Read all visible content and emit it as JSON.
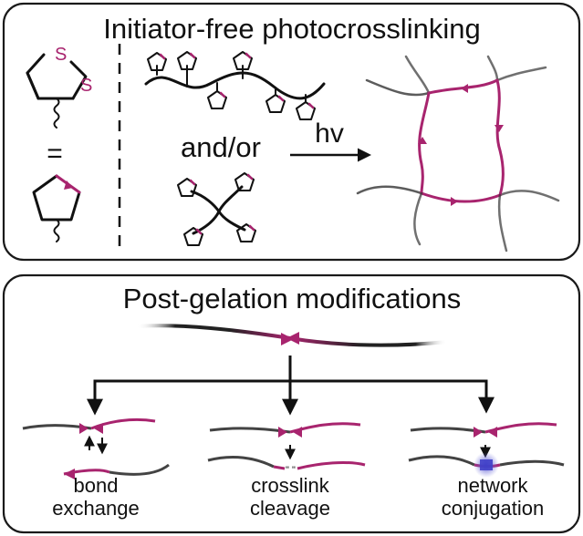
{
  "top_panel": {
    "title": "Initiator-free photocrosslinking",
    "atom_s1": "S",
    "atom_s2": "S",
    "equals": "=",
    "and_or": "and/or",
    "hv": "hv"
  },
  "bottom_panel": {
    "title": "Post-gelation modifications",
    "outcomes": [
      {
        "line1": "bond",
        "line2": "exchange"
      },
      {
        "line1": "crosslink",
        "line2": "cleavage"
      },
      {
        "line1": "network",
        "line2": "conjugation"
      }
    ]
  },
  "colors": {
    "disulfide": "#a8246e",
    "ink": "#111111",
    "conjugate": "#5b5bd6"
  }
}
